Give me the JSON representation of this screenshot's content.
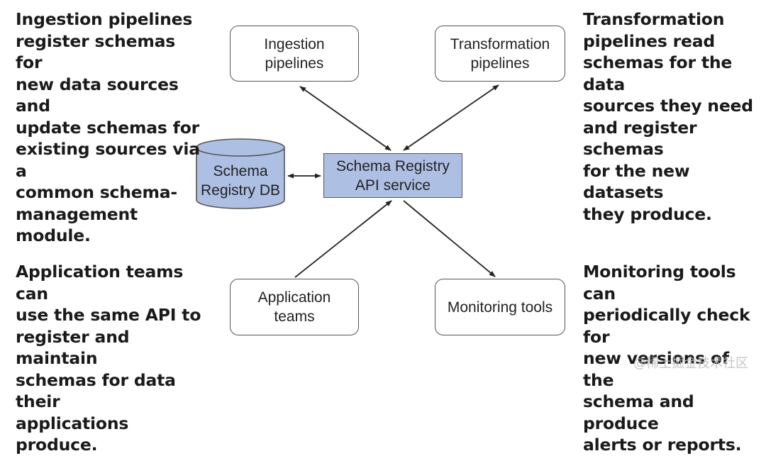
{
  "annotations": {
    "top_left": "Ingestion pipelines\nregister schemas for\nnew data sources and\nupdate schemas for\nexisting sources via a\ncommon schema-\nmanagement module.",
    "top_right": "Transformation\npipelines read\nschemas for the data\nsources they need\nand register schemas\nfor the new datasets\nthey produce.",
    "bottom_left": "Application teams can\nuse the same API to\nregister and maintain\nschemas for data their\napplications produce.",
    "bottom_right": "Monitoring tools can\nperiodically check for\nnew versions of the\nschema and produce\nalerts or reports."
  },
  "nodes": {
    "ingestion": "Ingestion\npipelines",
    "transformation": "Transformation\npipelines",
    "api_service": "Schema Registry\nAPI service",
    "registry_db": "Schema\nRegistry DB",
    "application": "Application\nteams",
    "monitoring": "Monitoring tools"
  },
  "watermark": "@稀土掘金技术社区",
  "colors": {
    "node_fill": "#ffffff",
    "highlight_fill": "#aebfe4",
    "stroke": "#555555",
    "arrow": "#222222",
    "text": "#1a1a1a"
  }
}
